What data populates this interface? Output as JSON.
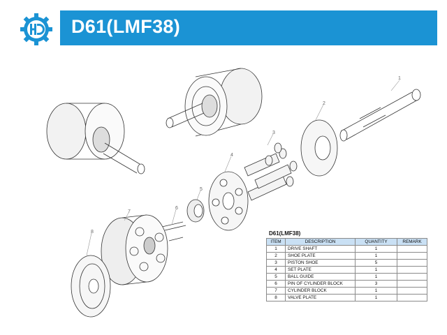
{
  "header": {
    "title": "D61(LMF38)"
  },
  "callouts": [
    "1",
    "2",
    "3",
    "4",
    "5",
    "6",
    "7",
    "8"
  ],
  "parts_table": {
    "caption": "D61(LMF38)",
    "columns": [
      "ITEM",
      "DESCRIPTION",
      "QUANTITY",
      "REMARK"
    ],
    "rows": [
      {
        "item": "1",
        "description": "DRIVE SHAFT",
        "quantity": "1",
        "remark": ""
      },
      {
        "item": "2",
        "description": "SHOE PLATE",
        "quantity": "1",
        "remark": ""
      },
      {
        "item": "3",
        "description": "PISTON SHOE",
        "quantity": "5",
        "remark": ""
      },
      {
        "item": "4",
        "description": "SET PLATE",
        "quantity": "1",
        "remark": ""
      },
      {
        "item": "5",
        "description": "BALL GUIDE",
        "quantity": "1",
        "remark": ""
      },
      {
        "item": "6",
        "description": "PIN OF CYLINDER BLOCK",
        "quantity": "3",
        "remark": ""
      },
      {
        "item": "7",
        "description": "CYLINDER BLOCK",
        "quantity": "1",
        "remark": ""
      },
      {
        "item": "8",
        "description": "VALVE PLATE",
        "quantity": "1",
        "remark": ""
      }
    ]
  }
}
